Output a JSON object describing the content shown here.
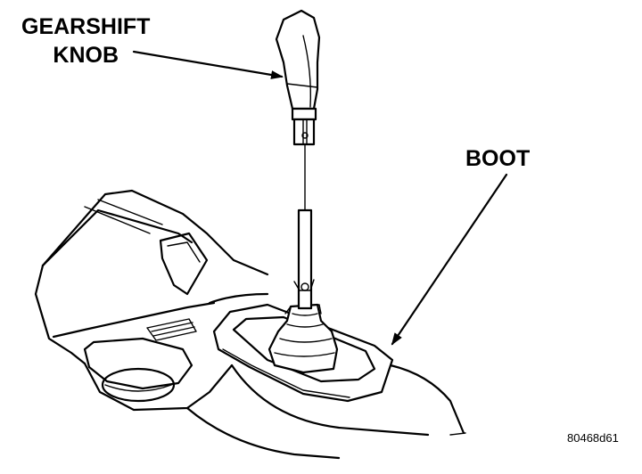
{
  "labels": {
    "gearshift_knob_line1": "GEARSHIFT",
    "gearshift_knob_line2": "KNOB",
    "boot": "BOOT"
  },
  "figure_id": "80468d61"
}
